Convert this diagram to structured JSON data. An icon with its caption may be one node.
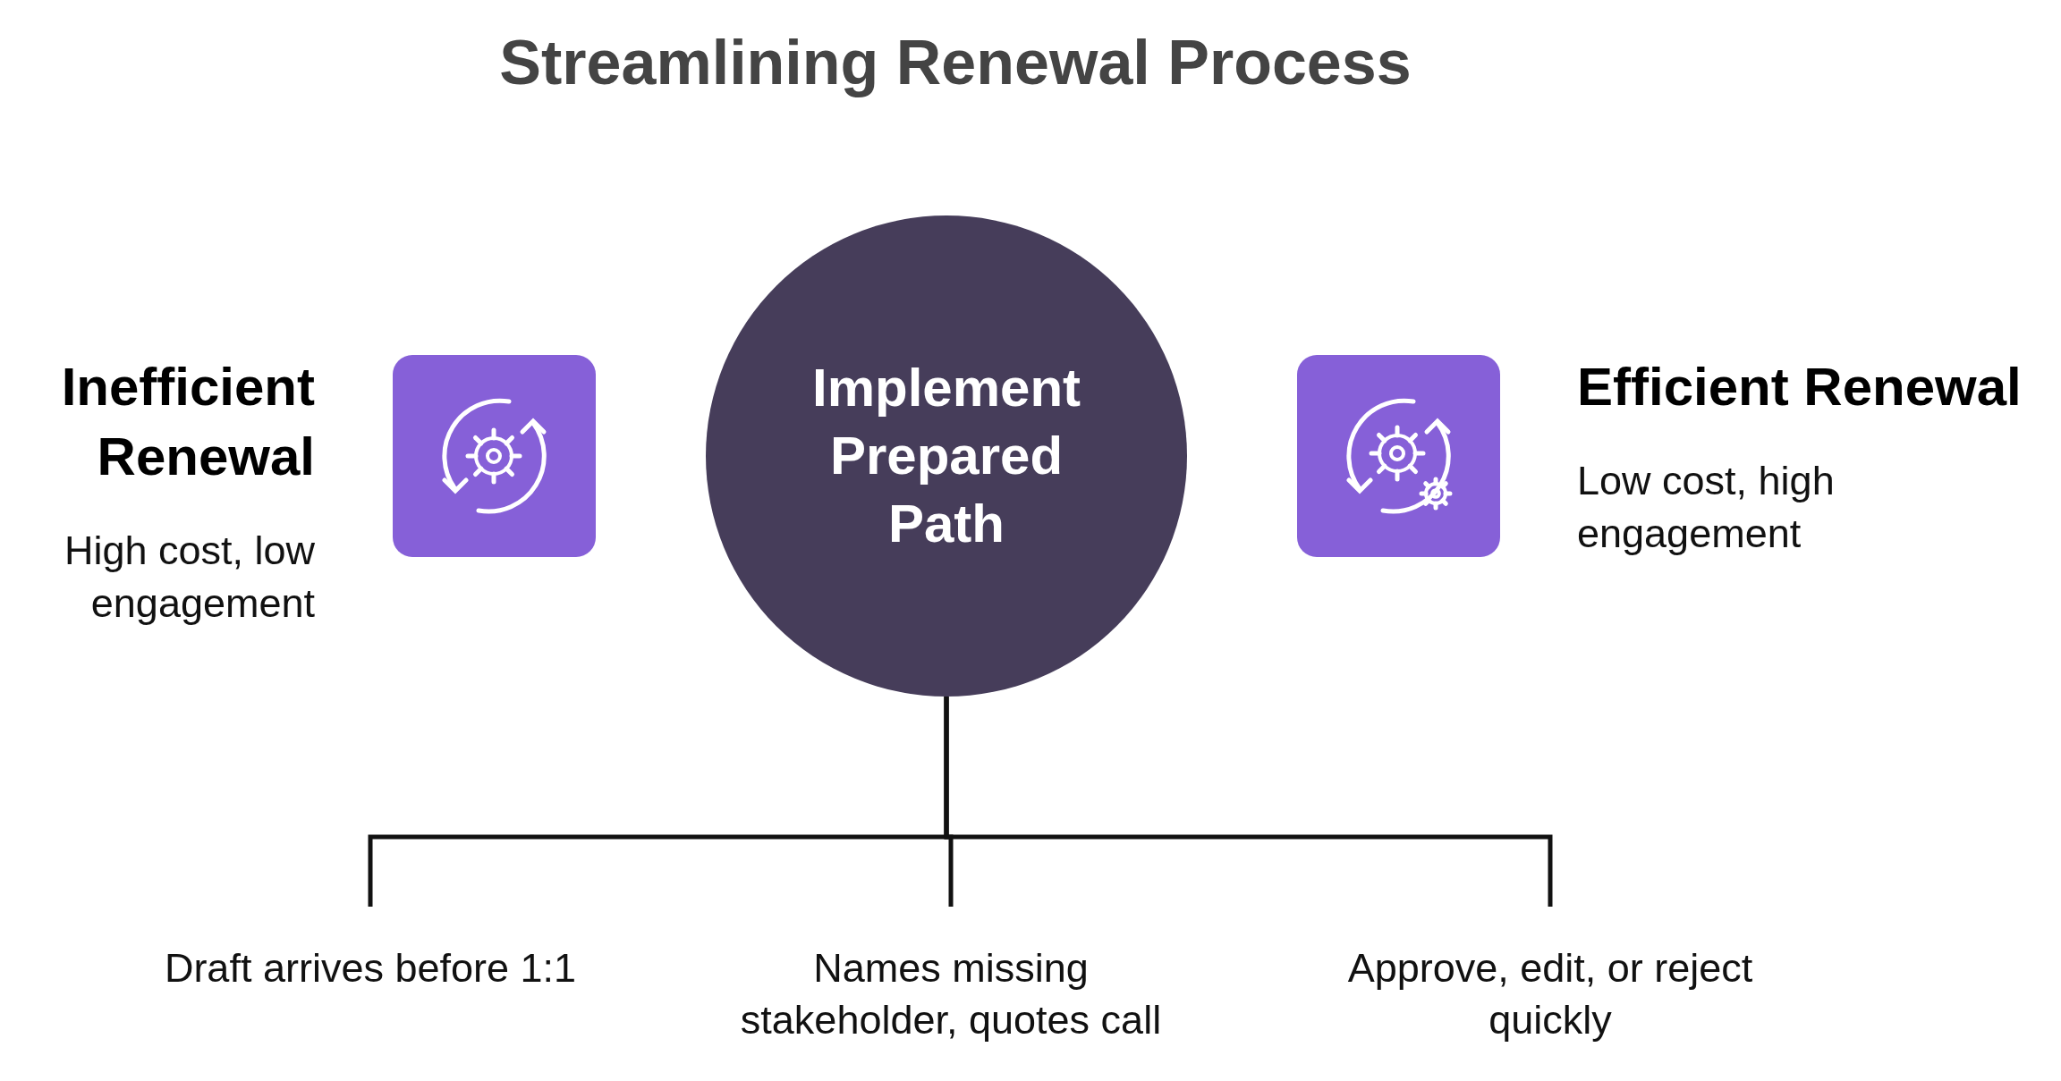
{
  "diagram": {
    "title": "Streamlining Renewal Process",
    "nodes": [
      {
        "text": [
          "Implement Prepared Path"
        ]
      },
      {
        "text": [
          "Draft arrives before 1:1"
        ]
      },
      {
        "text": [
          "Names missing stakeholder, quotes call"
        ]
      },
      {
        "text": [
          "Approve, edit, or reject quickly"
        ]
      }
    ],
    "edges": [
      {
        "from": 0,
        "to": 1,
        "arrow": "none"
      },
      {
        "from": 0,
        "to": 2,
        "arrow": "none"
      },
      {
        "from": 0,
        "to": 3,
        "arrow": "none"
      }
    ],
    "labels": [
      "Inefficient Renewal",
      "High cost, low engagement",
      "Efficient Renewal",
      "Low cost, high engagement"
    ]
  }
}
